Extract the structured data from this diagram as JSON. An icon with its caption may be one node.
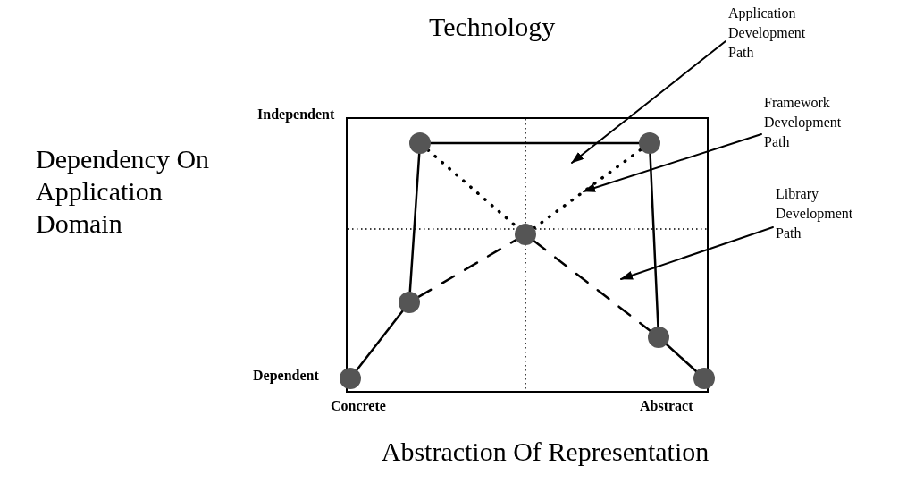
{
  "diagram": {
    "title": "Technology",
    "nodes": [
      {
        "text": [],
        "shape": "circle"
      },
      {
        "text": [],
        "shape": "circle"
      },
      {
        "text": [],
        "shape": "circle"
      },
      {
        "text": [],
        "shape": "circle"
      },
      {
        "text": [],
        "shape": "circle"
      },
      {
        "text": [],
        "shape": "circle"
      },
      {
        "text": [],
        "shape": "circle"
      },
      {
        "text": [
          "Application Development Path"
        ]
      },
      {
        "text": [
          "Framework Development Path"
        ]
      },
      {
        "text": [
          "Library Development Path"
        ]
      }
    ],
    "edges": [
      {
        "from": 0,
        "to": 1,
        "arrow": "none"
      },
      {
        "from": 1,
        "to": 2,
        "arrow": "none"
      },
      {
        "from": 2,
        "to": 3,
        "arrow": "none"
      },
      {
        "from": 3,
        "to": 5,
        "arrow": "none"
      },
      {
        "from": 5,
        "to": 6,
        "arrow": "none"
      },
      {
        "from": 2,
        "to": 4,
        "arrow": "none",
        "style": "dashed"
      },
      {
        "from": 4,
        "to": 3,
        "arrow": "none",
        "style": "dashed"
      },
      {
        "from": 1,
        "to": 4,
        "arrow": "none",
        "style": "dashed"
      },
      {
        "from": 4,
        "to": 5,
        "arrow": "none",
        "style": "dashed"
      },
      {
        "from": 7,
        "to": null,
        "arrow": "to"
      },
      {
        "from": 8,
        "to": null,
        "arrow": "to"
      },
      {
        "from": 9,
        "to": null,
        "arrow": "to"
      }
    ],
    "labels": [
      "Independent",
      "Dependency On Application Domain",
      "Dependent",
      "Concrete",
      "Abstract",
      "Abstraction Of Representation"
    ]
  }
}
